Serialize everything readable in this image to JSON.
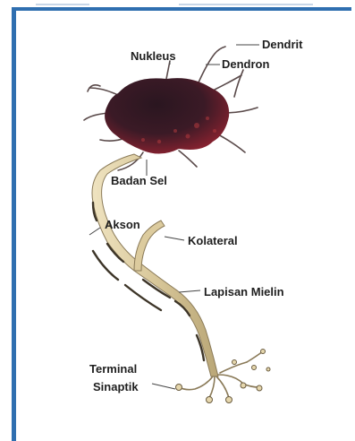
{
  "colors": {
    "frame_blue": "#2f6fb0",
    "cell_dark": "#2a1620",
    "cell_red": "#8e2230",
    "axon_tan": "#d8c79a",
    "myelin_outline": "#5a5040",
    "label_text": "#1f1f1f"
  },
  "labels": {
    "nukleus": "Nukleus",
    "dendrit": "Dendrit",
    "dendron": "Dendron",
    "badan_sel": "Badan Sel",
    "akson": "Akson",
    "kolateral": "Kolateral",
    "lapisan_mielin": "Lapisan Mielin",
    "terminal": "Terminal",
    "sinaptik": "Sinaptik"
  }
}
